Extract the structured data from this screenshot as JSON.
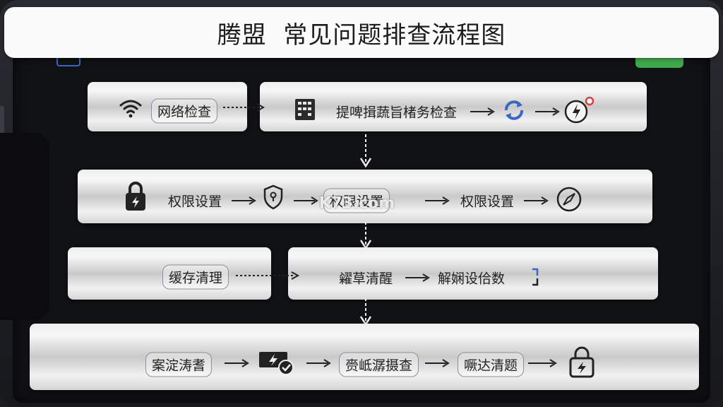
{
  "title": "腾盟  常见问题排查流程图",
  "rows": [
    {
      "labels": [
        "网络检查",
        "提啤揖蔬旨楮务检查"
      ]
    },
    {
      "labels": [
        "权限设置",
        "权限设置",
        "权限设置"
      ]
    },
    {
      "labels": [
        "缓存清理",
        "糴草清醒",
        "解娴设佮数"
      ]
    },
    {
      "labels": [
        "案淀涛耆",
        "赍岻潺摄查",
        "噘达清题"
      ]
    }
  ],
  "watermark": "K73.com",
  "colors": {
    "accent_blue": "#3a66c7",
    "warning_red": "#e03a3a",
    "green": "#3daa4a"
  }
}
